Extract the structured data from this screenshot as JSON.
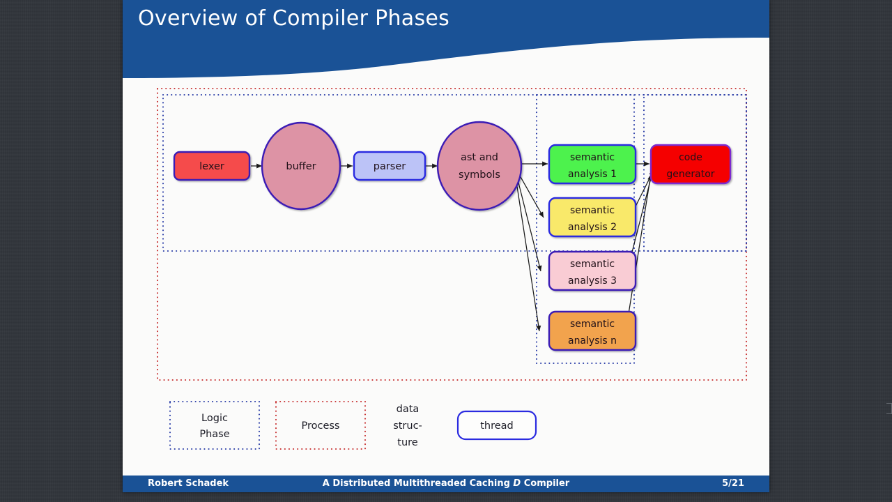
{
  "slide": {
    "title": "Overview of Compiler Phases",
    "accent_blue": "#1a5296",
    "page_background": "#31353b",
    "slide_background": "#fbfbfa"
  },
  "diagram": {
    "containers": [
      {
        "name": "process-outer",
        "label_ref": "Process",
        "style": "red-dotted",
        "color": "#c83232"
      },
      {
        "name": "logic-phase-main",
        "label_ref": "Logic Phase",
        "style": "blue-dotted",
        "color": "#2b3ea8"
      },
      {
        "name": "logic-phase-semantic-group",
        "label_ref": "Logic Phase",
        "style": "blue-dotted",
        "color": "#2b3ea8"
      },
      {
        "name": "logic-phase-codegen",
        "label_ref": "Logic Phase",
        "style": "blue-dotted",
        "color": "#2b3ea8"
      }
    ],
    "nodes": [
      {
        "id": "lexer",
        "label": "lexer",
        "shape": "thread",
        "fill": "#f54c4c",
        "stroke": "#3b1bb5"
      },
      {
        "id": "buffer",
        "label": "buffer",
        "shape": "data-structure",
        "fill": "#dd93a5",
        "stroke": "#3b1bb5"
      },
      {
        "id": "parser",
        "label": "parser",
        "shape": "thread",
        "fill": "#bcc3f7",
        "stroke": "#2b2be0"
      },
      {
        "id": "ast_and_symbols",
        "label_line1": "ast and",
        "label_line2": "symbols",
        "shape": "data-structure",
        "fill": "#dd93a5",
        "stroke": "#3b1bb5"
      },
      {
        "id": "semantic_analysis_1",
        "label_line1": "semantic",
        "label_line2": "analysis 1",
        "shape": "thread",
        "fill": "#4ef24e",
        "stroke": "#2b2be0"
      },
      {
        "id": "semantic_analysis_2",
        "label_line1": "semantic",
        "label_line2": "analysis 2",
        "shape": "thread",
        "fill": "#f9e96b",
        "stroke": "#2b2be0"
      },
      {
        "id": "semantic_analysis_3",
        "label_line1": "semantic",
        "label_line2": "analysis 3",
        "shape": "thread",
        "fill": "#f9ccd4",
        "stroke": "#3b1bb5"
      },
      {
        "id": "semantic_analysis_n",
        "label_line1": "semantic",
        "label_line2": "analysis n",
        "shape": "thread",
        "fill": "#f2a34e",
        "stroke": "#3b1bb5"
      },
      {
        "id": "code_generator",
        "label_line1": "code",
        "label_line2": "generator",
        "shape": "thread",
        "fill": "#f50000",
        "stroke": "#7b2bd0"
      }
    ],
    "edges": [
      {
        "from": "lexer",
        "to": "buffer"
      },
      {
        "from": "buffer",
        "to": "parser"
      },
      {
        "from": "parser",
        "to": "ast_and_symbols"
      },
      {
        "from": "ast_and_symbols",
        "to": "semantic_analysis_1"
      },
      {
        "from": "ast_and_symbols",
        "to": "semantic_analysis_2"
      },
      {
        "from": "ast_and_symbols",
        "to": "semantic_analysis_3"
      },
      {
        "from": "ast_and_symbols",
        "to": "semantic_analysis_n"
      },
      {
        "from": "semantic_analysis_1",
        "to": "code_generator"
      },
      {
        "from": "semantic_analysis_2",
        "to": "code_generator"
      },
      {
        "from": "semantic_analysis_3",
        "to": "code_generator"
      },
      {
        "from": "semantic_analysis_n",
        "to": "code_generator"
      }
    ]
  },
  "legend": {
    "items": [
      {
        "id": "logic_phase",
        "label_line1": "Logic",
        "label_line2": "Phase",
        "shape": "dotted-rect",
        "color": "#2b3ea8"
      },
      {
        "id": "process",
        "label_line1": "Process",
        "label_line2": "",
        "shape": "dotted-rect",
        "color": "#c83232"
      },
      {
        "id": "data_structure",
        "label_line1": "data",
        "label_line2": "struc-",
        "label_line3": "ture",
        "shape": "circle",
        "color": "#2b2b9e"
      },
      {
        "id": "thread",
        "label_line1": "thread",
        "label_line2": "",
        "shape": "rounded-rect",
        "color": "#2b2be0"
      }
    ]
  },
  "footer": {
    "author": "Robert Schadek",
    "talk_prefix": "A Distributed Multithreaded Caching ",
    "talk_italic": "D",
    "talk_suffix": " Compiler",
    "page": "5/21"
  }
}
